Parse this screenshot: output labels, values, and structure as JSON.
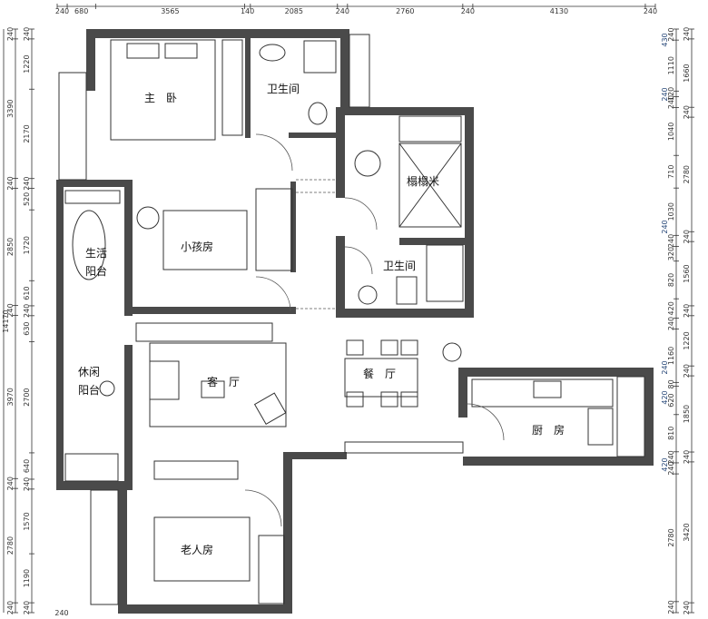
{
  "title": "Floor plan",
  "rooms": {
    "master_bedroom": "主　卧",
    "bathroom_1": "卫生间",
    "tatami": "榻榻米",
    "child_room": "小孩房",
    "living_balcony_1": "生活",
    "living_balcony_2": "阳台",
    "bathroom_2": "卫生间",
    "leisure_balcony_1": "休闲",
    "leisure_balcony_2": "阳台",
    "living_room": "客　厅",
    "dining_room": "餐　厅",
    "kitchen": "厨　房",
    "elder_room": "老人房"
  },
  "dimensions": {
    "top": [
      "240",
      "680",
      "3565",
      "140",
      "2085",
      "240",
      "2760",
      "240",
      "4130",
      "240"
    ],
    "left_total": "14170",
    "left_outer": [
      "240",
      "3390",
      "240",
      "2850",
      "240",
      "3970",
      "240",
      "2780",
      "240"
    ],
    "left_inner": [
      "240",
      "1220",
      "2170",
      "240",
      "520",
      "1720",
      "610",
      "240",
      "630",
      "2700",
      "640",
      "240",
      "1570",
      "1190",
      "240"
    ],
    "right_inner": [
      "240",
      "1110",
      "120",
      "240",
      "1040",
      "710",
      "1030",
      "240",
      "320",
      "820",
      "420",
      "240",
      "1160",
      "80",
      "620",
      "810",
      "240",
      "240",
      "2780",
      "240"
    ],
    "right_outer": [
      "240",
      "1660",
      "240",
      "2780",
      "240",
      "1560",
      "240",
      "1220",
      "240",
      "1850",
      "240",
      "3420",
      "240"
    ],
    "right_extra": [
      "430",
      "240",
      "240",
      "240",
      "420",
      "420"
    ],
    "bottom_left": "240"
  }
}
